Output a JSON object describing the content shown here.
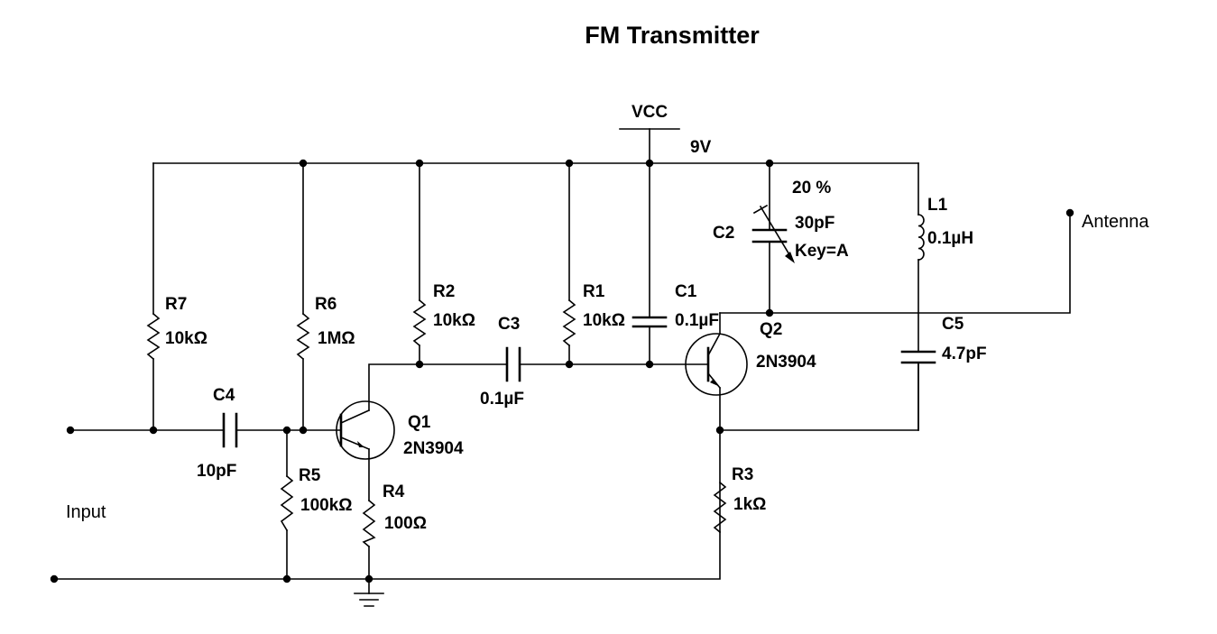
{
  "title": "FM  Transmitter",
  "supply": {
    "name": "VCC",
    "value": "9V"
  },
  "components": {
    "R1": {
      "name": "R1",
      "value": "10kΩ"
    },
    "R2": {
      "name": "R2",
      "value": "10kΩ"
    },
    "R3": {
      "name": "R3",
      "value": "1kΩ"
    },
    "R4": {
      "name": "R4",
      "value": "100Ω"
    },
    "R5": {
      "name": "R5",
      "value": "100kΩ"
    },
    "R6": {
      "name": "R6",
      "value": "1MΩ"
    },
    "R7": {
      "name": "R7",
      "value": "10kΩ"
    },
    "C1": {
      "name": "C1",
      "value": "0.1µF"
    },
    "C2": {
      "name": "C2",
      "value": "30pF",
      "key": "Key=A",
      "percent": "20 %"
    },
    "C3": {
      "name": "C3",
      "value": "0.1µF"
    },
    "C4": {
      "name": "C4",
      "value": "10pF"
    },
    "C5": {
      "name": "C5",
      "value": "4.7pF"
    },
    "L1": {
      "name": "L1",
      "value": "0.1µH"
    },
    "Q1": {
      "name": "Q1",
      "value": "2N3904"
    },
    "Q2": {
      "name": "Q2",
      "value": "2N3904"
    }
  },
  "ports": {
    "input": "Input",
    "antenna": "Antenna"
  }
}
